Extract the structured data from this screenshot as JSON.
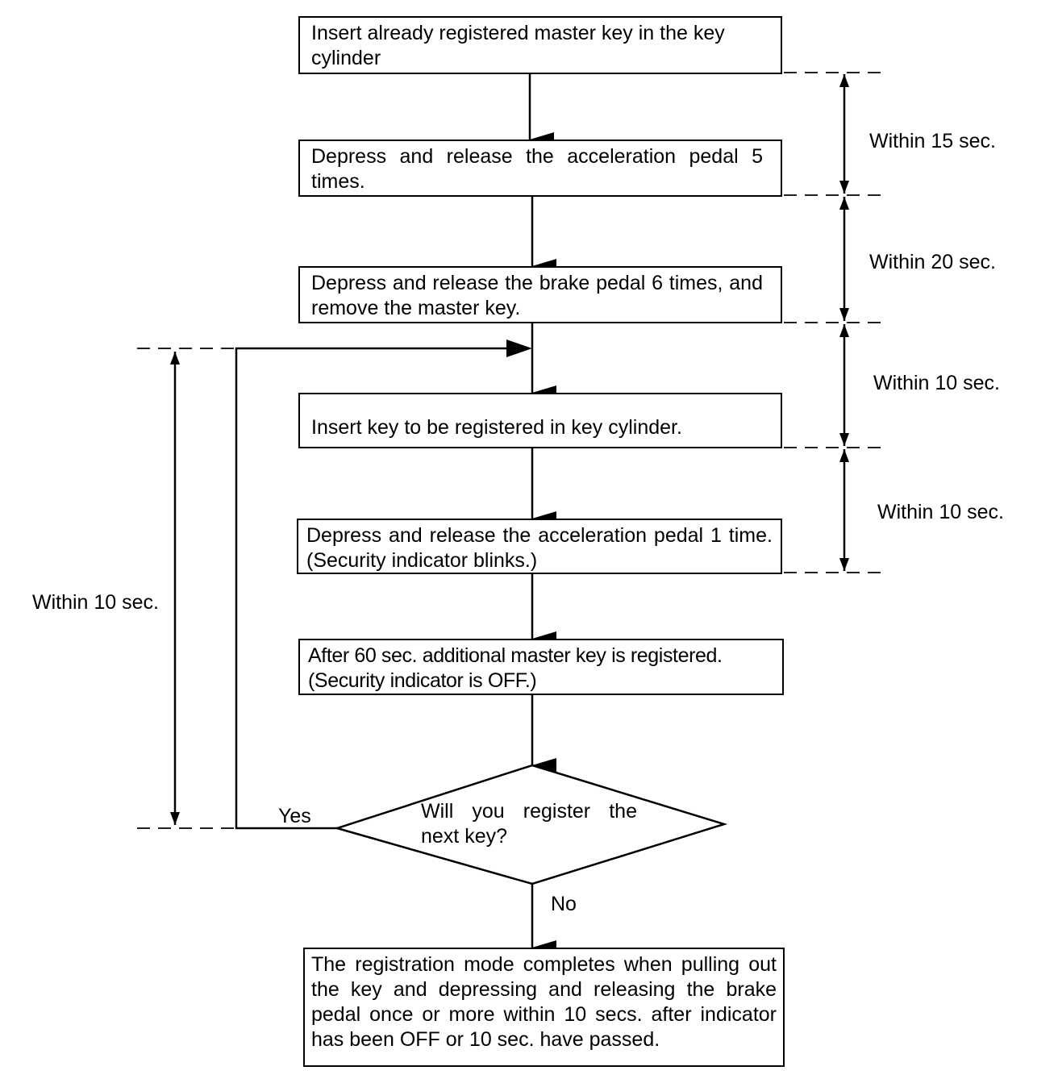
{
  "steps": [
    {
      "text": "Insert already registered master key in the key cylinder"
    },
    {
      "text": "Depress and release the acceleration pedal 5 times."
    },
    {
      "text": "Depress and release the brake pedal 6 times, and remove the master key."
    },
    {
      "text": "Insert key to be registered in key cylinder."
    },
    {
      "text": "Depress and release the acceleration pedal 1 time. (Security indicator blinks.)"
    },
    {
      "text": "After 60 sec. additional master key is registered. (Security indicator is OFF.)"
    }
  ],
  "decision": {
    "text": "Will you register the next key?",
    "yes_label": "Yes",
    "no_label": "No"
  },
  "final_step": {
    "text": "The registration mode completes when pulling out the key and depressing and releasing the brake pedal once or more within 10 secs. after indicator has been OFF or 10 sec. have passed."
  },
  "timings": {
    "right": [
      "Within 15 sec.",
      "Within 20 sec.",
      "Within 10 sec.",
      "Within 10 sec."
    ],
    "left": "Within 10 sec."
  }
}
